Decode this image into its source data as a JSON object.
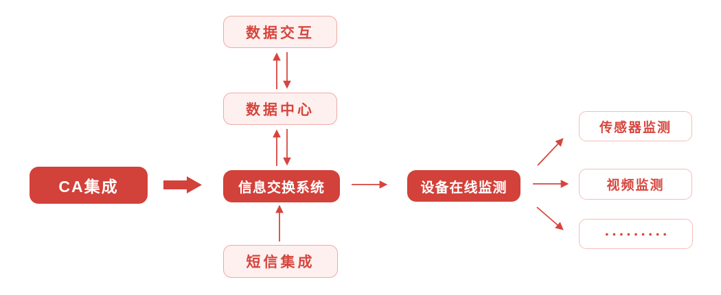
{
  "diagram": {
    "title": "CA integration data flow diagram",
    "colors": {
      "primary_red": "#d2413a",
      "light_pink_fill": "#fdf0ef",
      "pink_border": "#f0a9a3",
      "outline_border": "#f5bcb8",
      "text_red": "#d6453d",
      "arrow_red": "#d6453d",
      "white": "#ffffff"
    },
    "nodes": {
      "ca": {
        "label": "CA集成",
        "style": "red-filled"
      },
      "data_exchange": {
        "label": "数据交互",
        "style": "pink"
      },
      "data_center": {
        "label": "数据中心",
        "style": "pink"
      },
      "info_exchange": {
        "label": "信息交换系统",
        "style": "red-filled"
      },
      "sms": {
        "label": "短信集成",
        "style": "pink"
      },
      "device_monitor": {
        "label": "设备在线监测",
        "style": "red-filled"
      },
      "sensor_monitor": {
        "label": "传感器监测",
        "style": "outline"
      },
      "video_monitor": {
        "label": "视频监测",
        "style": "outline"
      },
      "more": {
        "label": "•••••••••",
        "style": "outline"
      }
    },
    "edges": [
      {
        "from": "ca",
        "to": "info_exchange",
        "type": "block-arrow"
      },
      {
        "from": "data_center",
        "to": "data_exchange",
        "type": "double-arrow"
      },
      {
        "from": "info_exchange",
        "to": "data_center",
        "type": "double-arrow"
      },
      {
        "from": "sms",
        "to": "info_exchange",
        "type": "arrow-up"
      },
      {
        "from": "info_exchange",
        "to": "device_monitor",
        "type": "arrow-right"
      },
      {
        "from": "device_monitor",
        "to": "sensor_monitor",
        "type": "arrow-diagonal-up"
      },
      {
        "from": "device_monitor",
        "to": "video_monitor",
        "type": "arrow-right"
      },
      {
        "from": "device_monitor",
        "to": "more",
        "type": "arrow-diagonal-down"
      }
    ]
  }
}
